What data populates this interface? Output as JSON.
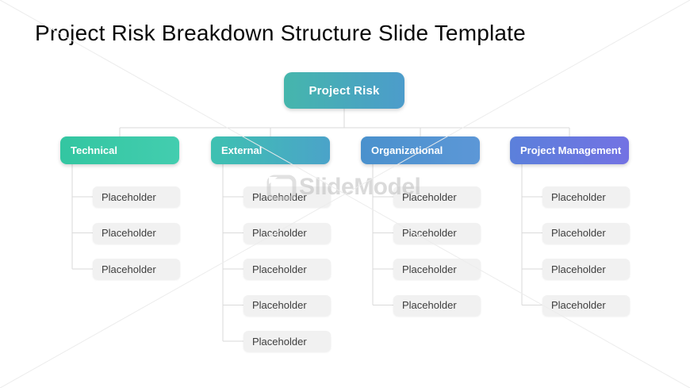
{
  "slide": {
    "title": "Project Risk Breakdown Structure Slide Template",
    "root": {
      "label": "Project Risk",
      "gradient": [
        "#45B6AC",
        "#4C9CCB"
      ]
    },
    "columns": [
      {
        "label": "Technical",
        "gradient": [
          "#33C6A1",
          "#43CDAF"
        ],
        "items": [
          "Placeholder",
          "Placeholder",
          "Placeholder"
        ]
      },
      {
        "label": "External",
        "gradient": [
          "#3EC1B1",
          "#4BA3C9"
        ],
        "items": [
          "Placeholder",
          "Placeholder",
          "Placeholder",
          "Placeholder",
          "Placeholder"
        ]
      },
      {
        "label": "Organizational",
        "gradient": [
          "#4A91CD",
          "#5C97D7"
        ],
        "items": [
          "Placeholder",
          "Placeholder",
          "Placeholder",
          "Placeholder"
        ]
      },
      {
        "label": "Project Management",
        "gradient": [
          "#5B80DB",
          "#7372E3"
        ],
        "items": [
          "Placeholder",
          "Placeholder",
          "Placeholder",
          "Placeholder"
        ]
      }
    ],
    "watermark": {
      "text": "SlideModel",
      "logo": "slidemodel-logo"
    },
    "colors": {
      "connector_line": "#DADADA",
      "diagonal_line": "#ECECEC",
      "placeholder_bg": "#F1F1F1",
      "placeholder_text": "#3D3D3D",
      "title_text": "#0A0A0A",
      "watermark_text": "#BDBDBD"
    }
  }
}
